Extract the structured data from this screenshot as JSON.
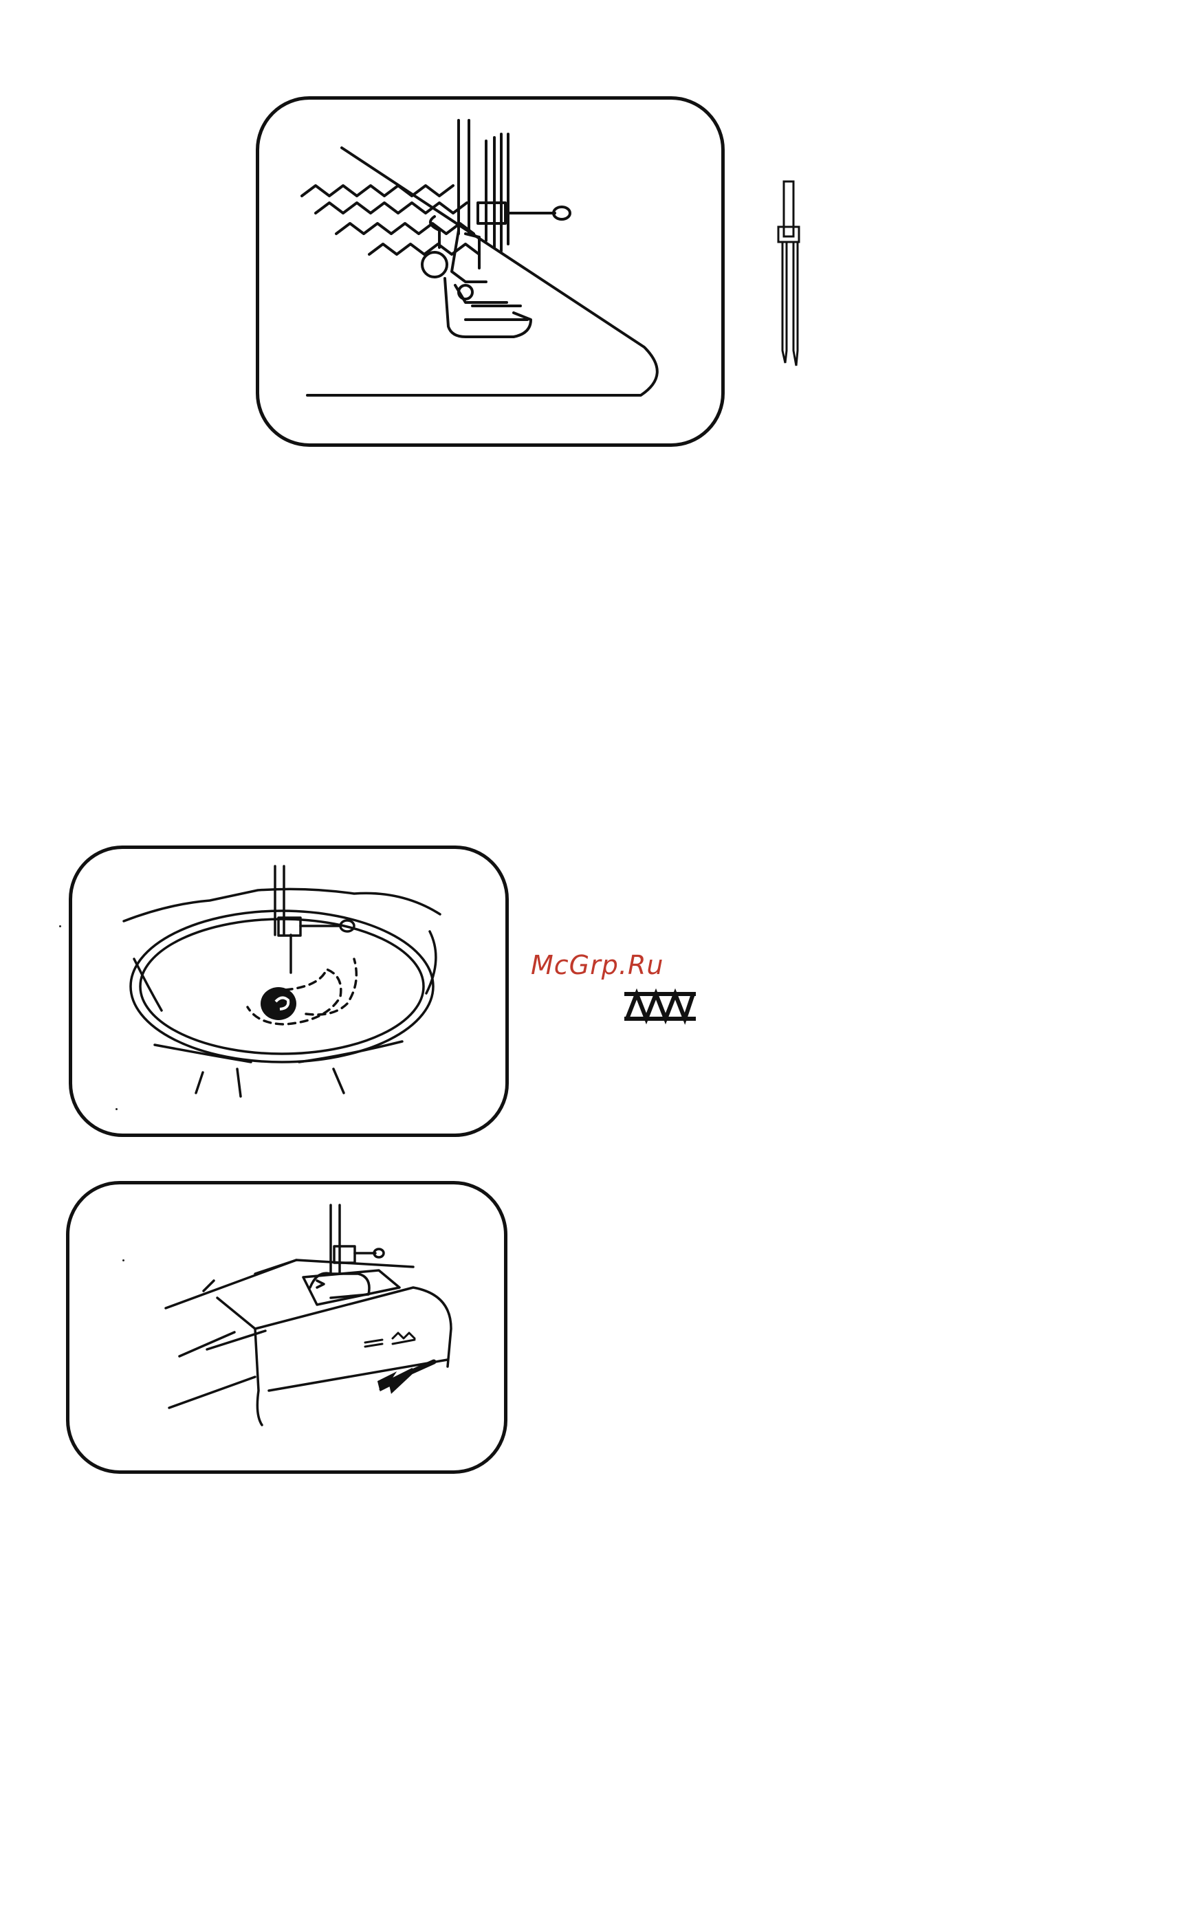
{
  "watermark": {
    "text": "McGrp.Ru",
    "color": "#c0392b"
  },
  "illustrations": [
    {
      "id": "twin-needle-sewing",
      "icon": "presser-foot-zigzag-icon"
    },
    {
      "id": "twin-needle",
      "icon": "twin-needle-icon"
    },
    {
      "id": "embroidery-hoop",
      "icon": "embroidery-hoop-icon"
    },
    {
      "id": "stretch-stitch-symbol",
      "icon": "triangle-stitch-icon"
    },
    {
      "id": "feed-dog-lever",
      "icon": "free-arm-lever-icon"
    }
  ],
  "colors": {
    "ink": "#111111",
    "paper": "#ffffff"
  }
}
